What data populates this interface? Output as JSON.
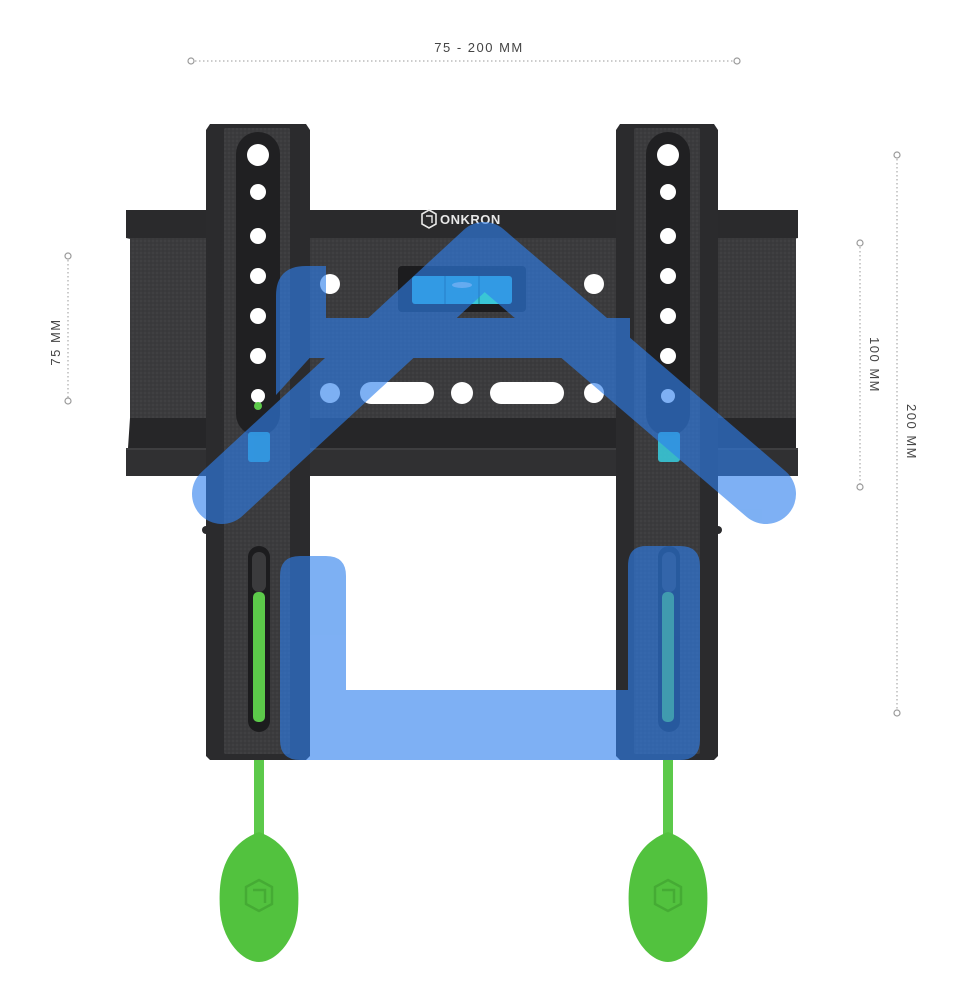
{
  "dimensions": {
    "top": "75 - 200 MM",
    "left": "75 MM",
    "right_inner": "100 MM",
    "right_outer": "200 MM"
  },
  "brand": {
    "name": "ONKRON",
    "logo_icon": "onkron-cube-icon"
  },
  "overlay_icon": "home-icon",
  "colors": {
    "mount_metal": "#3a3a3c",
    "mount_dark": "#1e1e20",
    "strap_green": "#5cc94a",
    "tag_green": "#52c23e",
    "overlay_blue": "#2f80ed",
    "level_cyan": "#39c6d6",
    "dimension_line": "#9a9a9a"
  }
}
